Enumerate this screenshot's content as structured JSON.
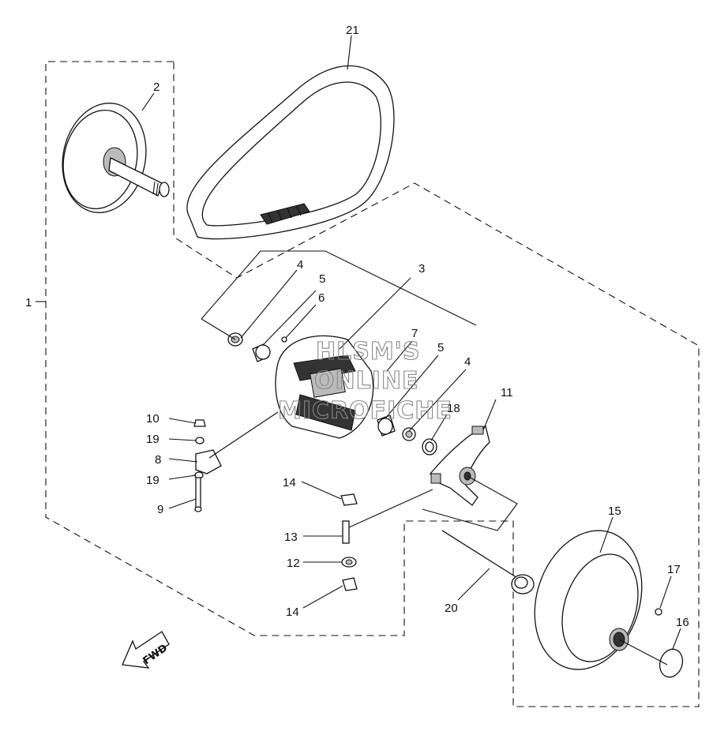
{
  "callouts": {
    "c1": "1",
    "c2": "2",
    "c3": "3",
    "c4a": "4",
    "c4b": "4",
    "c5a": "5",
    "c5b": "5",
    "c6": "6",
    "c7": "7",
    "c8": "8",
    "c9": "9",
    "c10": "10",
    "c11": "11",
    "c12": "12",
    "c13": "13",
    "c14a": "14",
    "c14b": "14",
    "c15": "15",
    "c16": "16",
    "c17": "17",
    "c18": "18",
    "c19a": "19",
    "c19b": "19",
    "c20": "20",
    "c21": "21"
  },
  "watermark": {
    "line1": "HLSM'S",
    "line2": "ONLINE",
    "line3": "MICROFICHE"
  },
  "fwd_label": "FWD"
}
